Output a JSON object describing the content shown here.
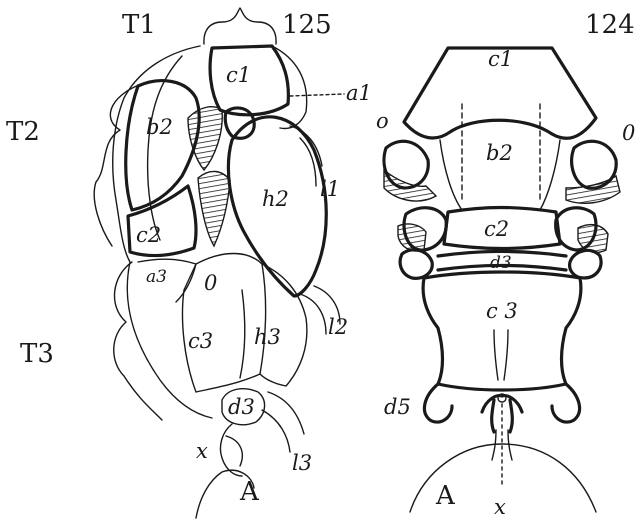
{
  "figure_124": {
    "number": "124",
    "labels": {
      "c1": "c1",
      "b2": "b2",
      "c2": "c2",
      "d3": "d3",
      "c3": "c 3",
      "d5": "d5",
      "o_left": "o",
      "o_right": "0",
      "A": "A",
      "x": "x"
    }
  },
  "figure_125": {
    "number": "125",
    "labels": {
      "T1": "T1",
      "T2": "T2",
      "T3": "T3",
      "c1": "c1",
      "a1": "a1",
      "b2": "b2",
      "l1": "l1",
      "h2": "h2",
      "c2": "c2",
      "a3": "a3",
      "o": "0",
      "c3": "c3",
      "h3": "h3",
      "l2": "l2",
      "d3": "d3",
      "x": "x",
      "l3": "l3",
      "A": "A"
    }
  },
  "colors": {
    "ink": "#1a1a1a",
    "paper": "#ffffff"
  }
}
